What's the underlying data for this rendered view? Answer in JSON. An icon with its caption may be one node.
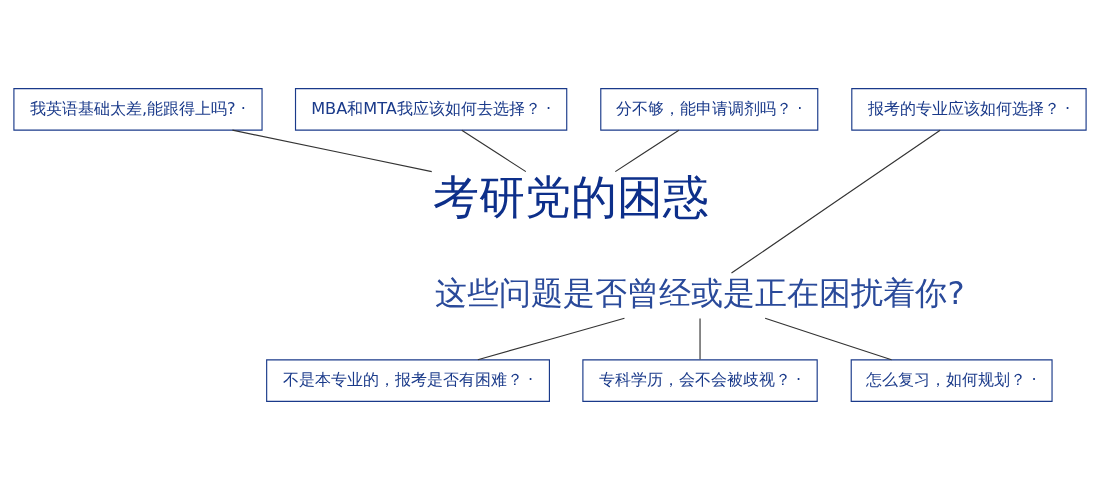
{
  "diagram": {
    "nodes": [
      {
        "text": [
          "我英语基础太差,能跟得上吗? ·"
        ]
      },
      {
        "text": [
          "MBA和MTA我应该如何去选择？ ·"
        ]
      },
      {
        "text": [
          "报考的专业应该如何选择？ ·"
        ]
      },
      {
        "text": [
          "考研党的困惑"
        ]
      },
      {
        "text": [
          "分不够，能申请调剂吗？ ·"
        ]
      },
      {
        "text": [
          "这些问题是否曾经或是正在困扰着你?"
        ]
      },
      {
        "text": [
          "不是本专业的，报考是否有困难？ ·"
        ]
      },
      {
        "text": [
          "专科学历，会不会被歧视？ ·"
        ]
      },
      {
        "text": [
          "怎么复习，如何规划？ ·"
        ]
      }
    ],
    "edges": [
      {
        "from": 0,
        "to": 3,
        "arrow": "none"
      },
      {
        "from": 1,
        "to": 3,
        "arrow": "none"
      },
      {
        "from": 2,
        "to": 5,
        "arrow": "none"
      },
      {
        "from": 4,
        "to": 3,
        "arrow": "none"
      },
      {
        "from": 7,
        "to": 5,
        "arrow": "none"
      },
      {
        "from": 8,
        "to": 5,
        "arrow": "none"
      },
      {
        "from": 6,
        "to": 5,
        "arrow": "none"
      }
    ]
  }
}
